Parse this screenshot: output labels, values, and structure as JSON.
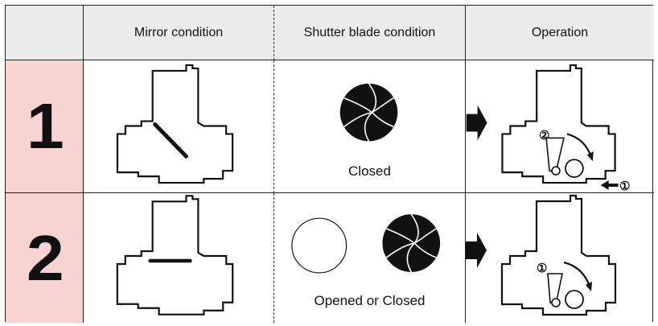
{
  "table": {
    "headers": {
      "mirror": "Mirror condition",
      "shutter": "Shutter blade condition",
      "operation": "Operation"
    },
    "rows": [
      {
        "number": "1",
        "shutter_caption": "Closed",
        "markers": [
          "②",
          "①"
        ]
      },
      {
        "number": "2",
        "shutter_caption": "Opened or Closed",
        "markers": [
          "①"
        ]
      }
    ]
  },
  "colors": {
    "number_bg": "#f7d3d2",
    "header_bg": "#ececec",
    "ink": "#111111"
  }
}
